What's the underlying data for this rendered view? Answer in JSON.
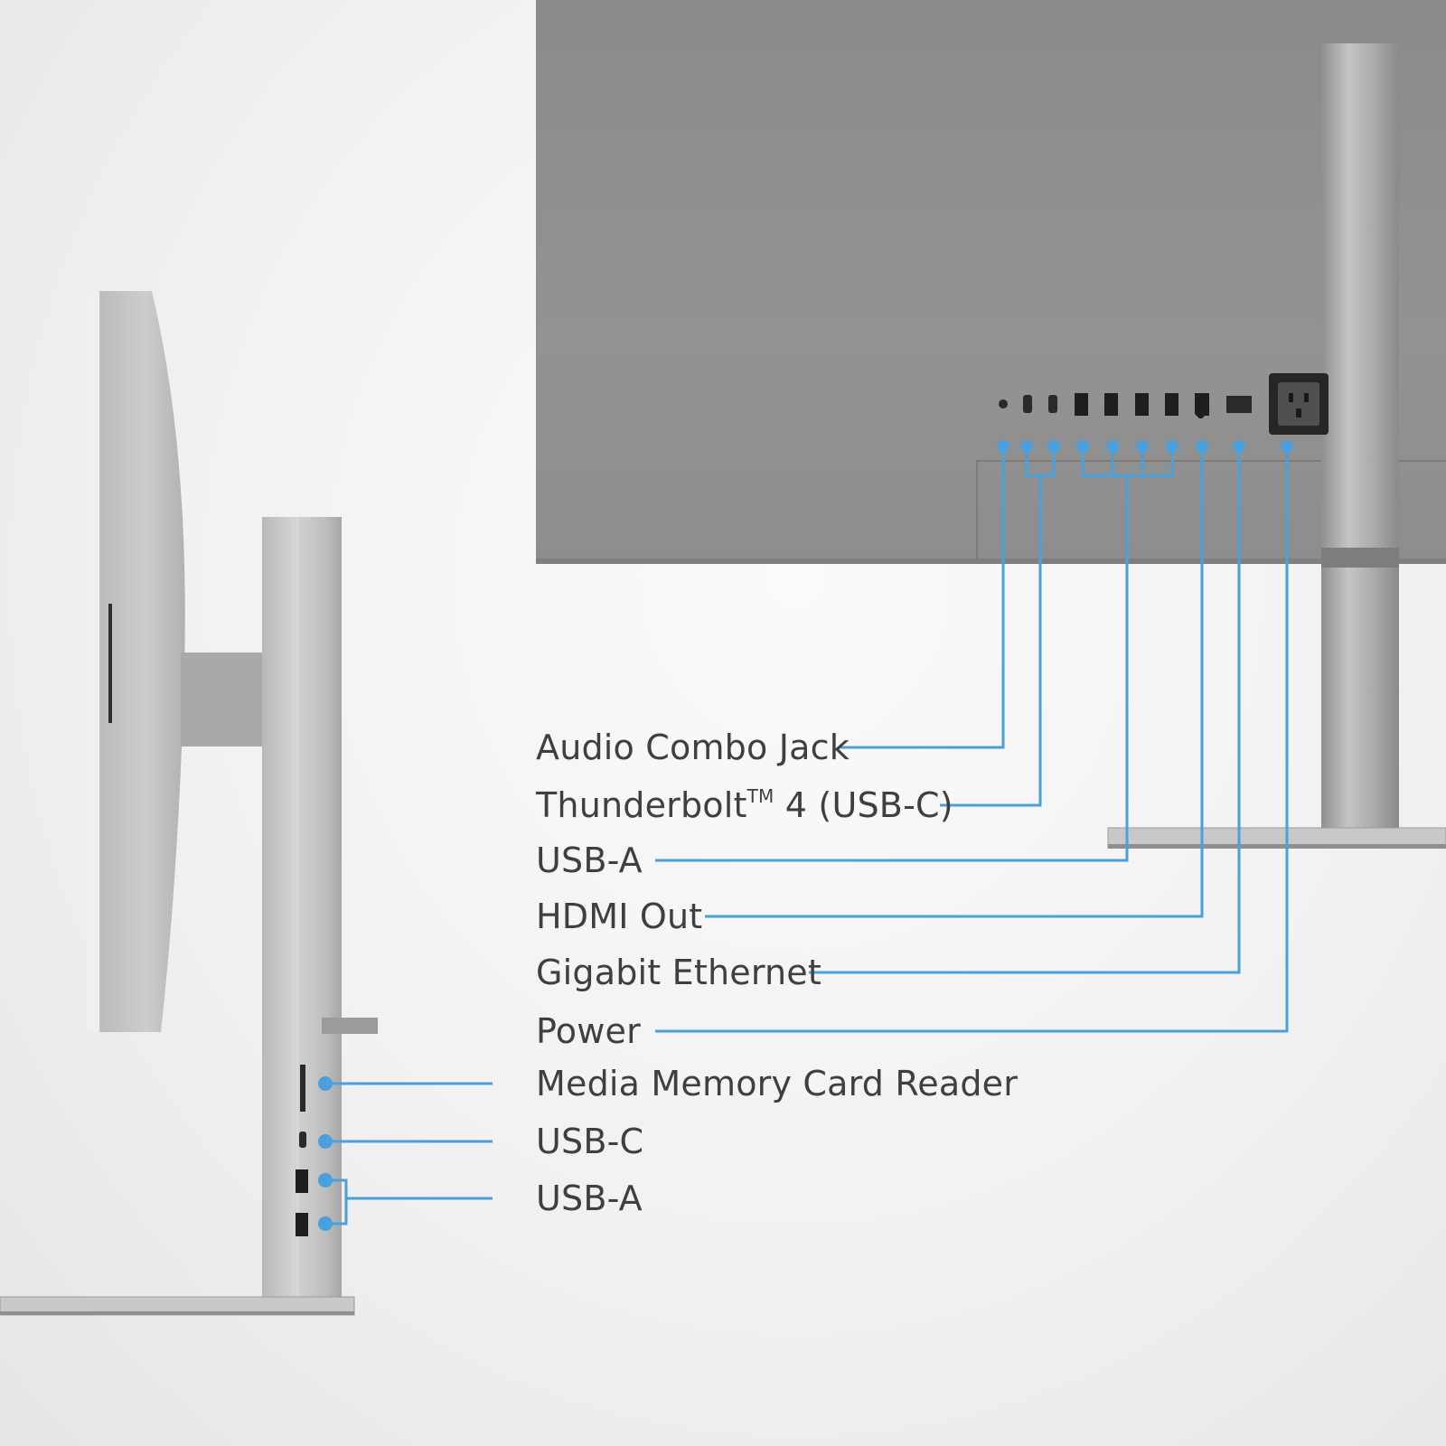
{
  "rear_ports": [
    {
      "id": "audio",
      "label": "Audio Combo Jack"
    },
    {
      "id": "tb4",
      "label": "Thunderbolt",
      "trademark": "TM",
      "label_suffix": " 4 (USB-C)"
    },
    {
      "id": "usba",
      "label": "USB-A"
    },
    {
      "id": "hdmi",
      "label": "HDMI Out"
    },
    {
      "id": "ethernet",
      "label": "Gigabit Ethernet"
    },
    {
      "id": "power",
      "label": "Power"
    }
  ],
  "side_ports": [
    {
      "id": "card",
      "label": "Media Memory Card Reader"
    },
    {
      "id": "usbc",
      "label": "USB-C"
    },
    {
      "id": "usba2",
      "label": "USB-A"
    }
  ],
  "colors": {
    "callout_line": "#4a9fdd",
    "callout_dot": "#4a9fdd",
    "label_text": "#3f3f3f",
    "monitor_back": "#8c8c8c",
    "stand_metal": "#bdbdbd"
  }
}
